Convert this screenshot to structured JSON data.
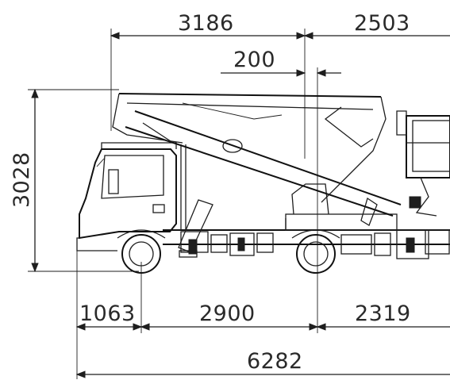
{
  "dimensions": {
    "top_left": "3186",
    "top_right": "2503",
    "offset": "200",
    "height": "3028",
    "front_overhang": "1063",
    "wheelbase": "2900",
    "rear_overhang": "2319",
    "overall_length": "6282"
  },
  "colors": {
    "line": "#1e1e1e",
    "background": "#ffffff"
  }
}
